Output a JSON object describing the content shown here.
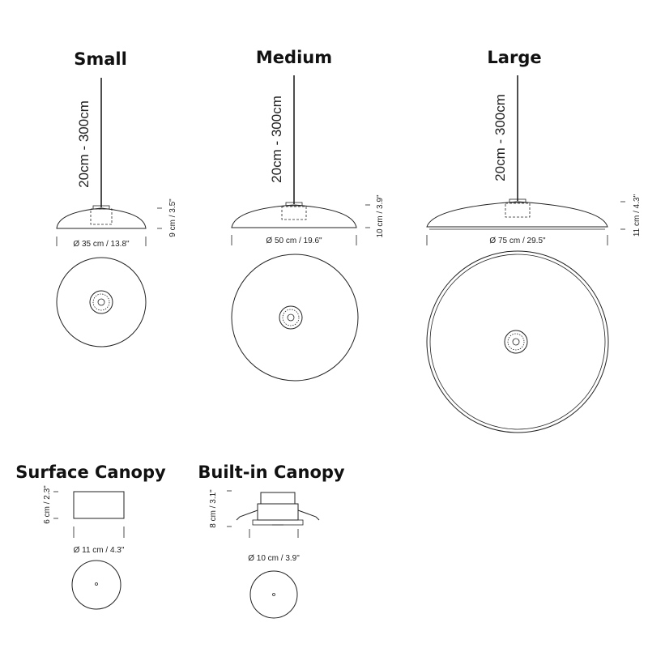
{
  "lamps": [
    {
      "name": "Small",
      "cable": "20cm - 300cm",
      "diameter": "Ø 35 cm / 13.8\"",
      "height": "9 cm / 3.5\""
    },
    {
      "name": "Medium",
      "cable": "20cm - 300cm",
      "diameter": "Ø 50 cm / 19.6\"",
      "height": "10 cm / 3.9\""
    },
    {
      "name": "Large",
      "cable": "20cm - 300cm",
      "diameter": "Ø 75 cm / 29.5\"",
      "height": "11 cm / 4.3\""
    }
  ],
  "canopies": [
    {
      "name": "Surface Canopy",
      "diameter": "Ø 11 cm / 4.3\"",
      "height": "6 cm / 2.3\""
    },
    {
      "name": "Built-in Canopy",
      "diameter": "Ø 10 cm / 3.9\"",
      "height": "8 cm / 3.1\""
    }
  ]
}
